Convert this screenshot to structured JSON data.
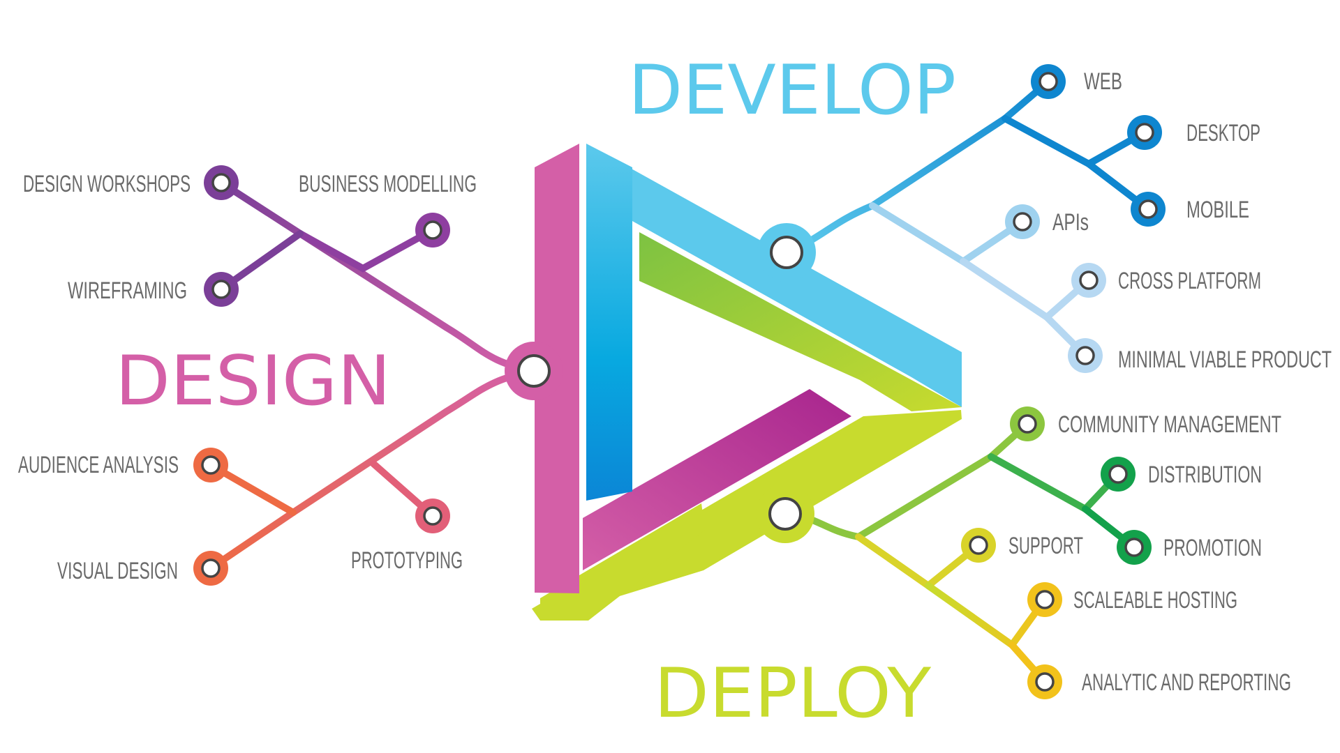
{
  "phases": {
    "design": {
      "title": "DESIGN",
      "color": "#D45FA7"
    },
    "develop": {
      "title": "DEVELOP",
      "color": "#5CC9EC"
    },
    "deploy": {
      "title": "DEPLOY",
      "color": "#C8DB2E"
    }
  },
  "design_items": {
    "design_workshops": "DESIGN WORKSHOPS",
    "business_modelling": "BUSINESS MODELLING",
    "wireframing": "WIREFRAMING",
    "audience_analysis": "AUDIENCE ANALYSIS",
    "visual_design": "VISUAL DESIGN",
    "prototyping": "PROTOTYPING"
  },
  "develop_items": {
    "web": "WEB",
    "desktop": "DESKTOP",
    "mobile": "MOBILE",
    "apis": "APIs",
    "cross_platform": "CROSS PLATFORM",
    "mvp": "MINIMAL VIABLE PRODUCT"
  },
  "deploy_items": {
    "community_management": "COMMUNITY MANAGEMENT",
    "distribution": "DISTRIBUTION",
    "promotion": "PROMOTION",
    "support": "SUPPORT",
    "scaleable_hosting": "SCALEABLE HOSTING",
    "analytic_reporting": "ANALYTIC AND REPORTING"
  },
  "colors": {
    "purple": "#7B3F98",
    "pink": "#D45FA7",
    "orange": "#EE6A43",
    "blue_dark": "#0E86CF",
    "blue_light": "#9FD2EF",
    "green": "#4CAF50",
    "green_dark": "#13A14B",
    "yellow": "#F2C21B",
    "lime": "#C8DB2E",
    "label": "#6A6A6A"
  }
}
